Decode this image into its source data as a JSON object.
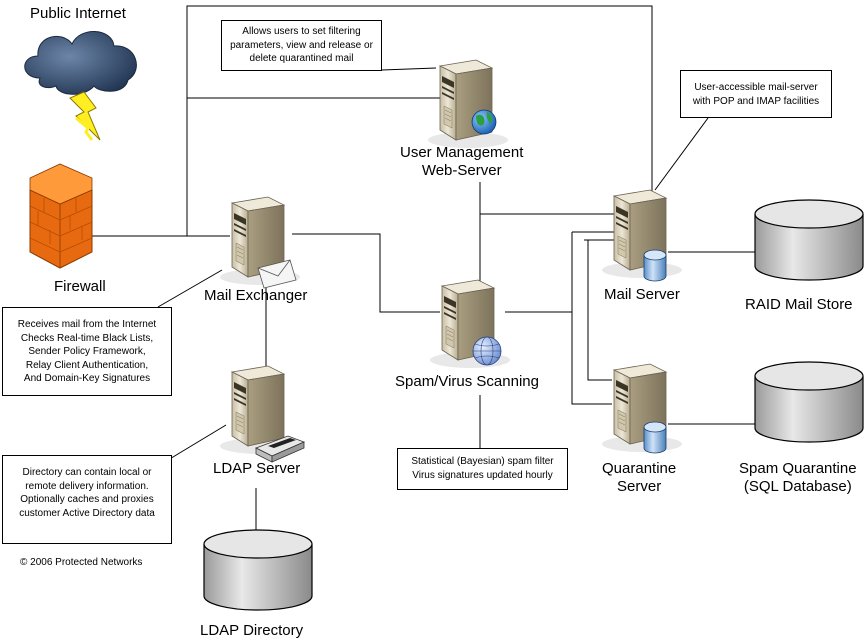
{
  "labels": {
    "public_internet": "Public Internet",
    "firewall": "Firewall",
    "mail_exchanger": "Mail Exchanger",
    "user_mgmt_1": "User Management",
    "user_mgmt_2": "Web-Server",
    "spam_scanning": "Spam/Virus Scanning",
    "ldap_server": "LDAP Server",
    "ldap_directory": "LDAP Directory",
    "mail_server": "Mail Server",
    "raid_store": "RAID Mail Store",
    "quarantine_1": "Quarantine",
    "quarantine_2": "Server",
    "spam_quarantine_1": "Spam Quarantine",
    "spam_quarantine_2": "(SQL Database)"
  },
  "notes": {
    "user_mgmt": [
      "Allows users to set filtering",
      "parameters, view and release or",
      "delete quarantined mail"
    ],
    "mail_server": [
      "User-accessible mail-server",
      "with POP and IMAP facilities"
    ],
    "mail_exchanger": [
      "Receives mail from the Internet",
      "Checks Real-time Black Lists,",
      "Sender Policy Framework,",
      "Relay Client Authentication,",
      "And Domain-Key Signatures"
    ],
    "spam_scanning": [
      "Statistical (Bayesian) spam filter",
      "Virus signatures updated hourly"
    ],
    "ldap": [
      "Directory can contain local or",
      "remote delivery information.",
      "Optionally caches and proxies",
      "customer Active Directory data"
    ]
  },
  "copyright": "© 2006 Protected Networks",
  "icons": [
    "cloud-icon",
    "lightning-icon",
    "firewall-icon",
    "server-icon",
    "globe-icon",
    "envelope-icon",
    "printer-icon",
    "database-icon",
    "disk-cylinder-icon"
  ],
  "colors": {
    "cloud": "#3a5170",
    "lightning": "#ffee22",
    "firewall": "#f07a20",
    "server_body": "#d9d1bc",
    "disk": "#d4d4d4",
    "globe": "#2e7fd0"
  }
}
